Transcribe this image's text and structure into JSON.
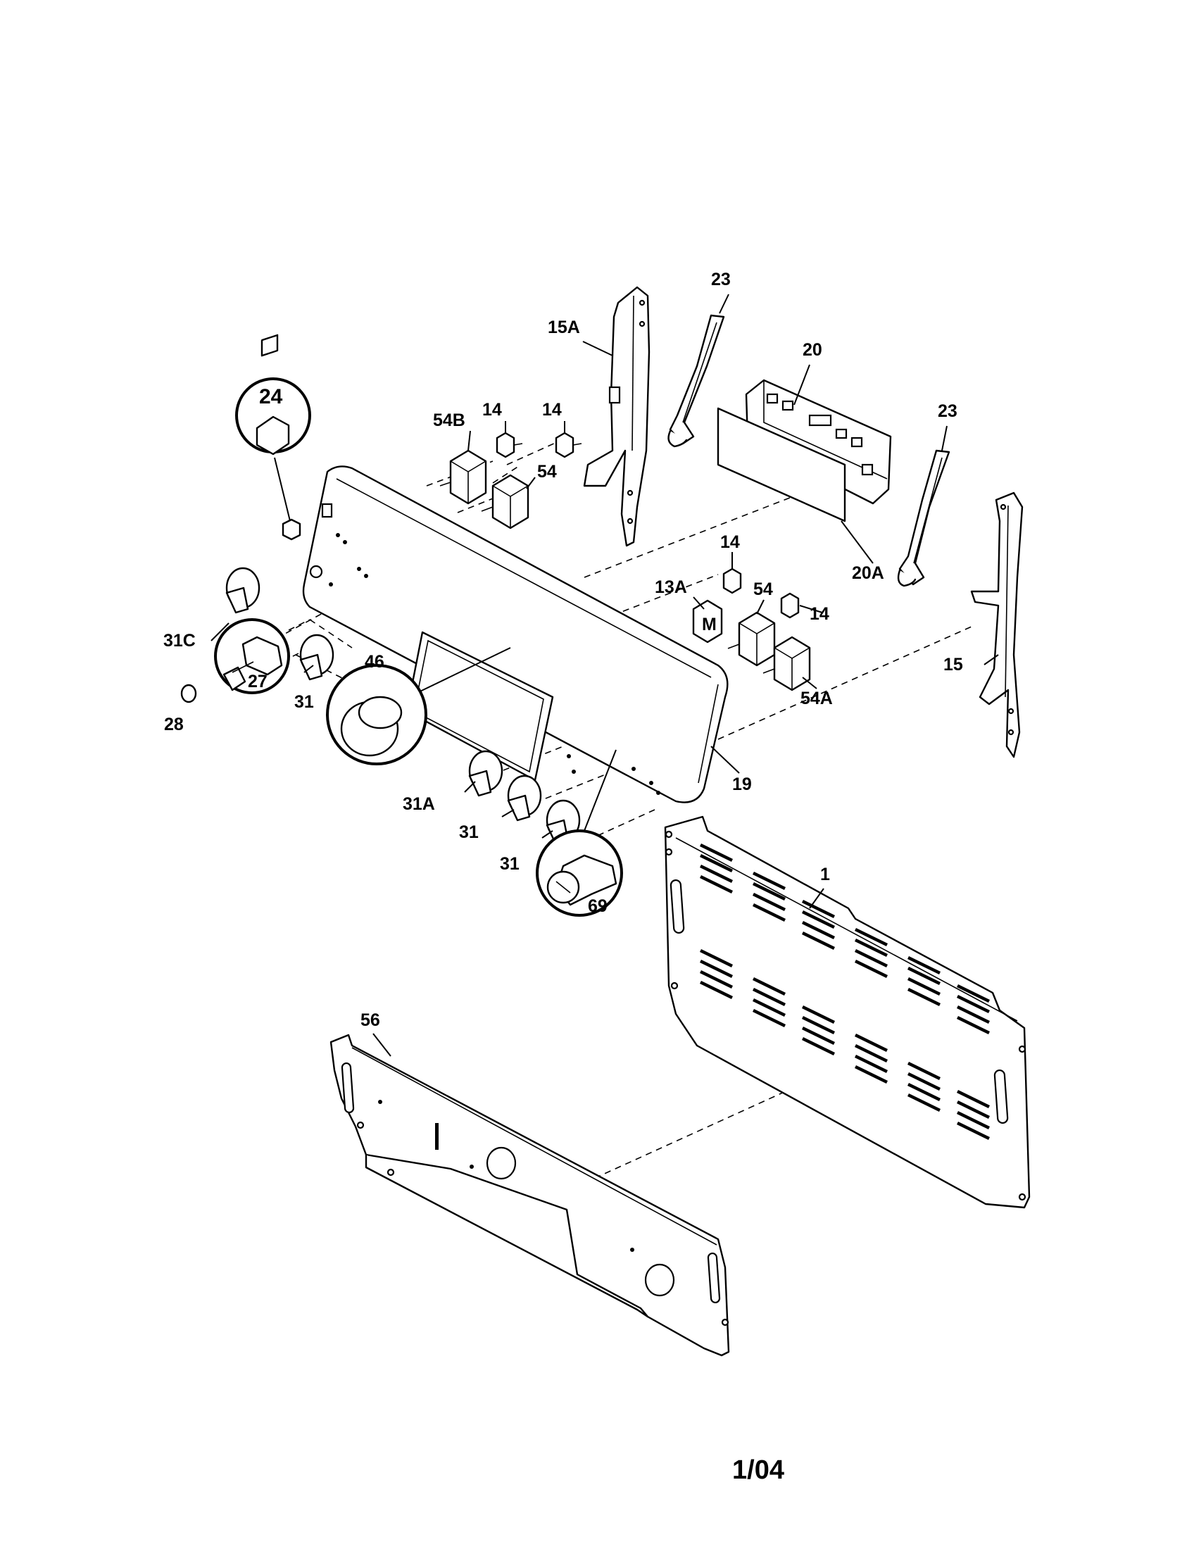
{
  "diagram": {
    "parts": {
      "p1": "1",
      "p13A": "13A",
      "p14": "14",
      "p15": "15",
      "p15A": "15A",
      "p19": "19",
      "p20": "20",
      "p20A": "20A",
      "p23": "23",
      "p24": "24",
      "p27": "27",
      "p28": "28",
      "p31": "31",
      "p31A": "31A",
      "p31C": "31C",
      "p46": "46",
      "p54": "54",
      "p54A": "54A",
      "p54B": "54B",
      "p56": "56",
      "p69": "69"
    },
    "footer": "1/04"
  }
}
